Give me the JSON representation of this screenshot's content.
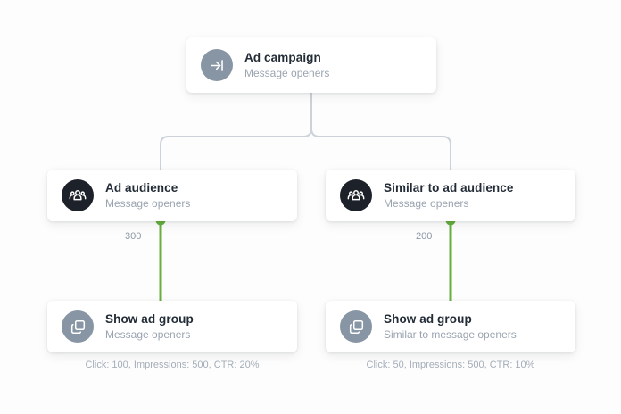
{
  "canvas": {
    "background": "#fdfdfd",
    "connector_color": "#ccd2da",
    "active_edge_color": "#67b03f",
    "dark_icon_bg": "#1d2129",
    "slate_icon_bg": "#8795a4"
  },
  "nodes": {
    "campaign": {
      "title": "Ad campaign",
      "subtitle": "Message openers",
      "icon": "login-arrow-icon"
    },
    "ad_audience": {
      "title": "Ad audience",
      "subtitle": "Message openers",
      "icon": "people-group-icon"
    },
    "similar_audience": {
      "title": "Similar to ad audience",
      "subtitle": "Message openers",
      "icon": "people-group-icon"
    },
    "ad_group_left": {
      "title": "Show ad group",
      "subtitle": "Message openers",
      "icon": "copy-layers-icon"
    },
    "ad_group_right": {
      "title": "Show ad group",
      "subtitle": "Similar to message openers",
      "icon": "copy-layers-icon"
    }
  },
  "edges": {
    "left_value": "300",
    "right_value": "200"
  },
  "metrics": {
    "left": "Click: 100, Impressions: 500, CTR: 20%",
    "right": "Click: 50, Impressions: 500, CTR: 10%"
  }
}
